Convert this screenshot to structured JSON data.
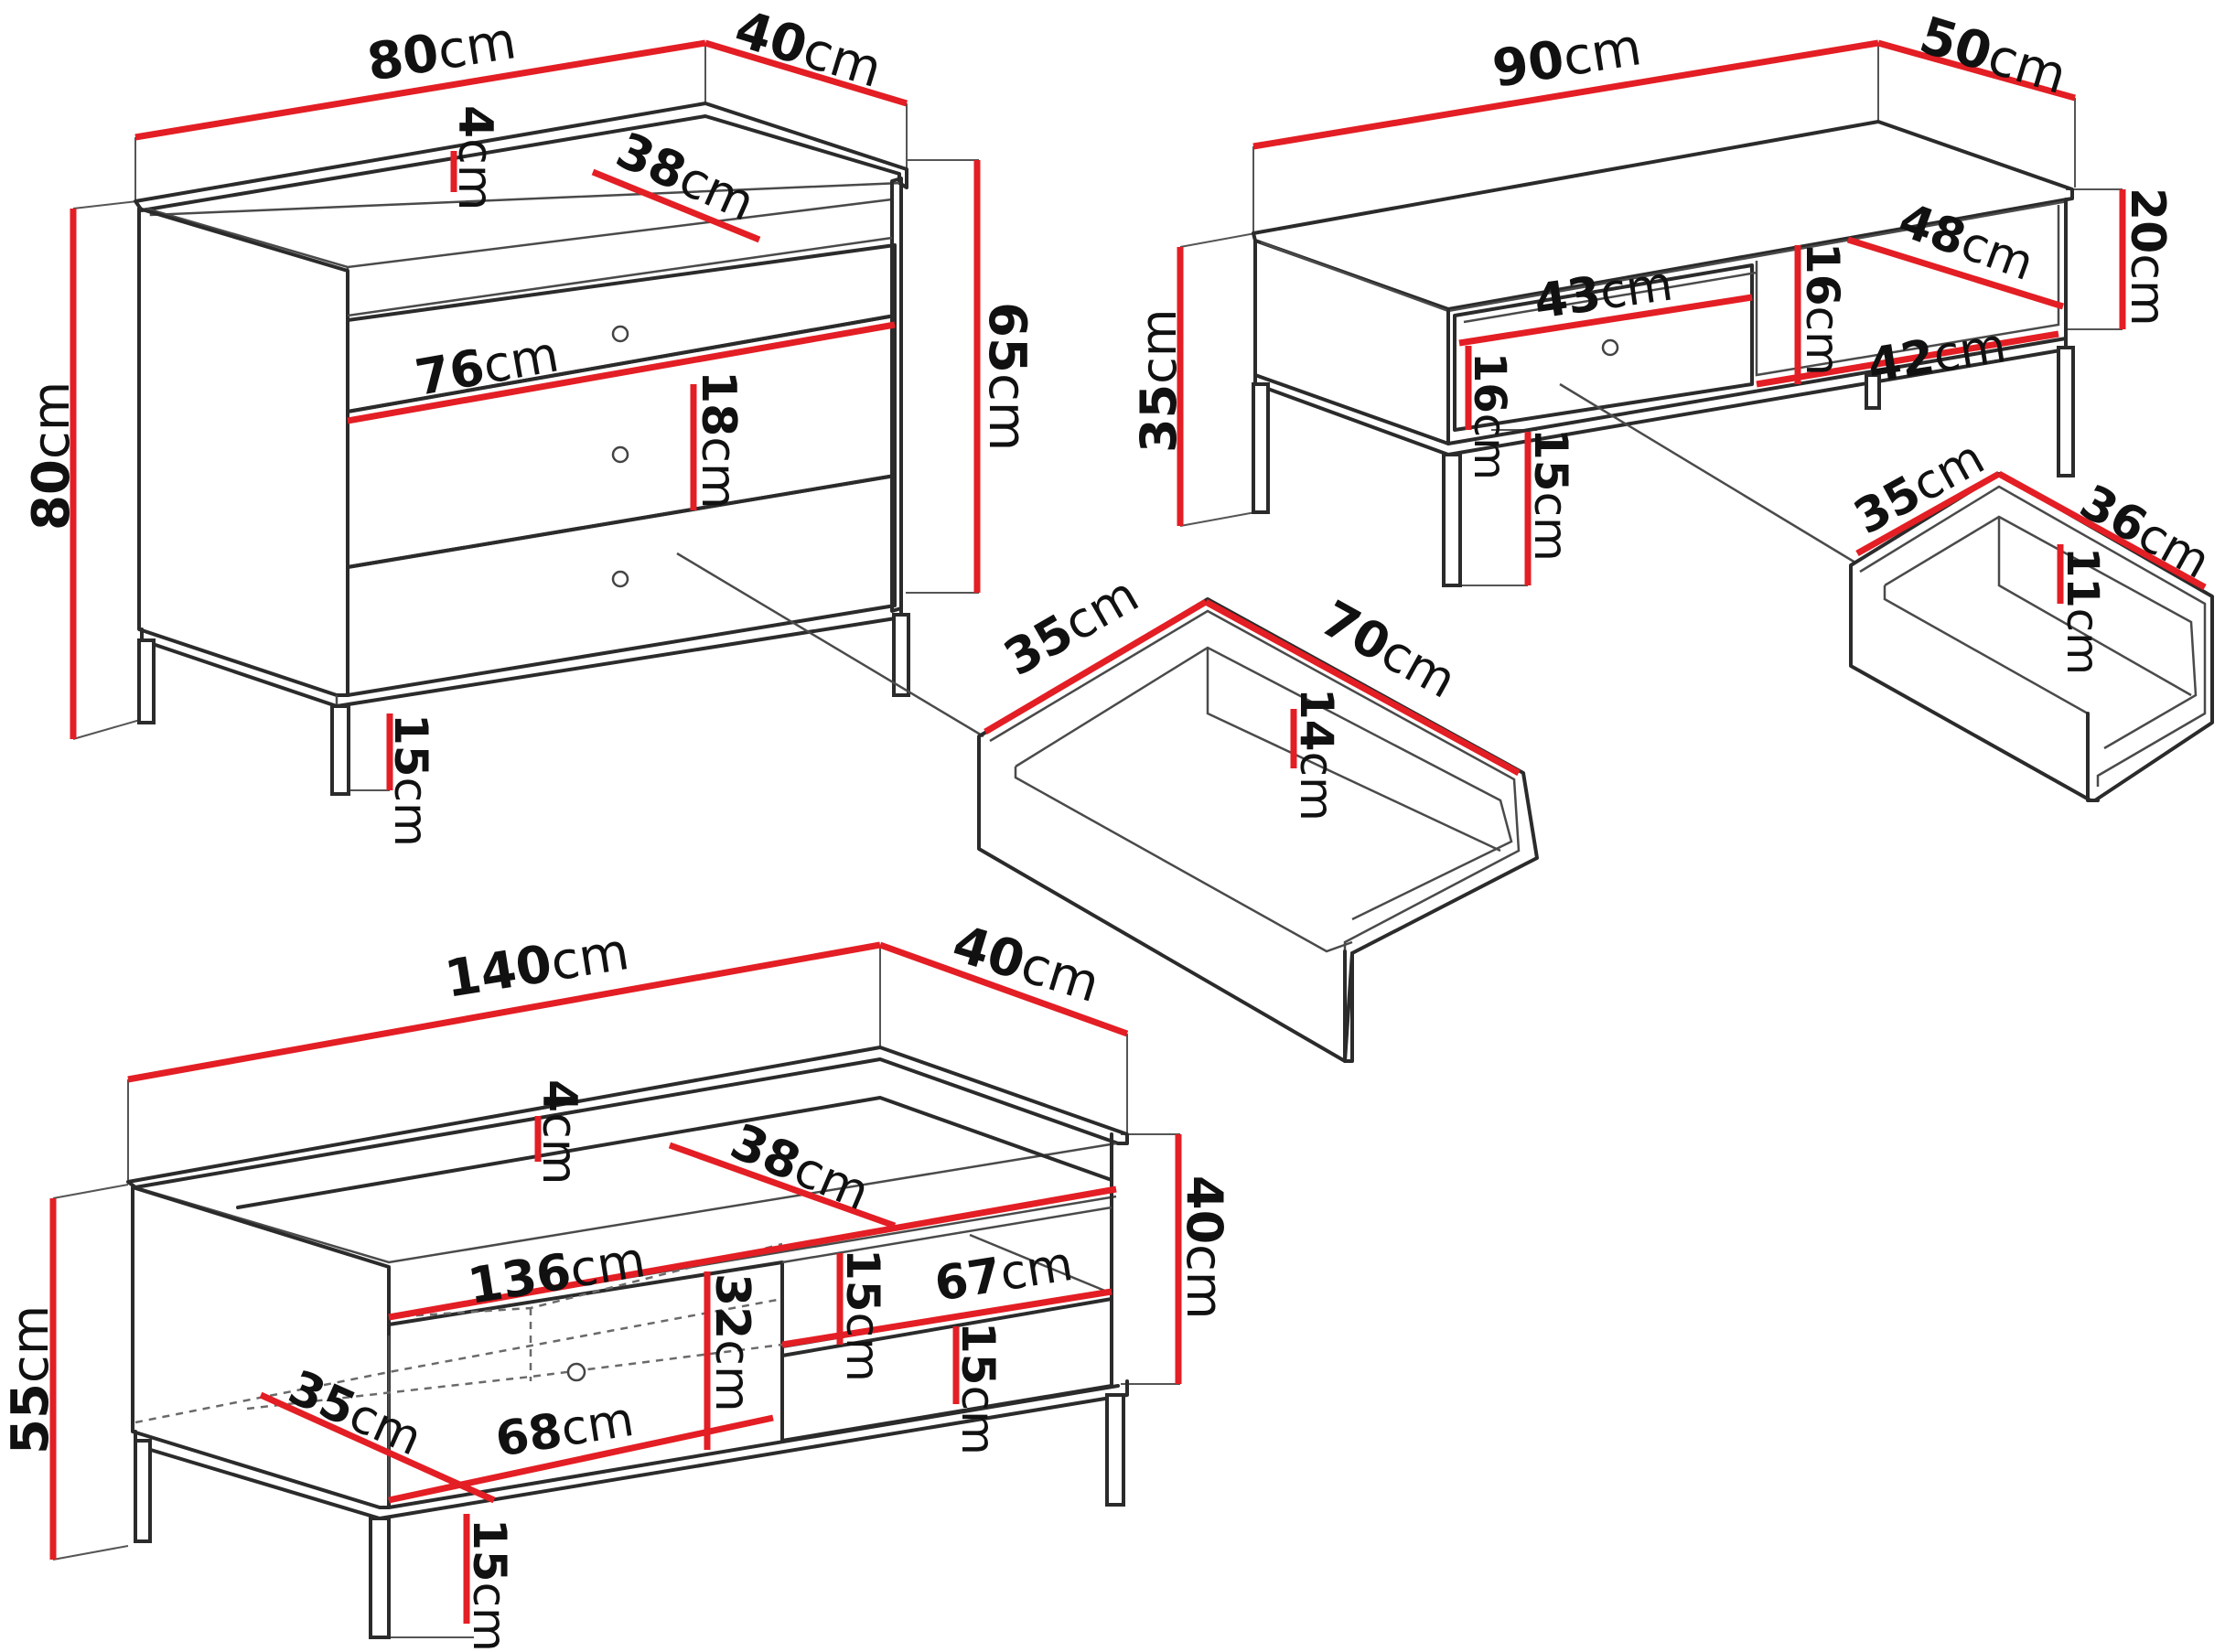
{
  "colors": {
    "dimension_line": "#e31e24",
    "outline": "#2b2b2b",
    "background": "#ffffff"
  },
  "dresser": {
    "width": "80",
    "depth": "40",
    "height": "80",
    "body_height": "65",
    "top_gap": "4",
    "inner_depth": "38",
    "inner_width": "76",
    "drawer_height": "18",
    "leg_height": "15",
    "unit": "cm",
    "drawer": {
      "width": "35",
      "length": "70",
      "height": "14"
    }
  },
  "bench": {
    "width": "90",
    "depth": "50",
    "height": "35",
    "top_height": "20",
    "drawer_width": "43",
    "shelf_depth": "48",
    "shelf_width": "42",
    "shelf_height": "16",
    "drawer_front": "16",
    "leg_height": "15",
    "unit": "cm",
    "drawer": {
      "width": "35",
      "length": "36",
      "height": "11"
    }
  },
  "tv_unit": {
    "width": "140",
    "depth": "40",
    "height": "55",
    "body_height": "40",
    "top_gap": "4",
    "inner_depth": "38",
    "inner_width": "136",
    "compartment_height": "32",
    "shelf_height_upper": "15",
    "shelf_width": "67",
    "shelf_height_lower": "15",
    "bottom_depth": "35",
    "bottom_width": "68",
    "leg_height": "15",
    "unit": "cm"
  }
}
